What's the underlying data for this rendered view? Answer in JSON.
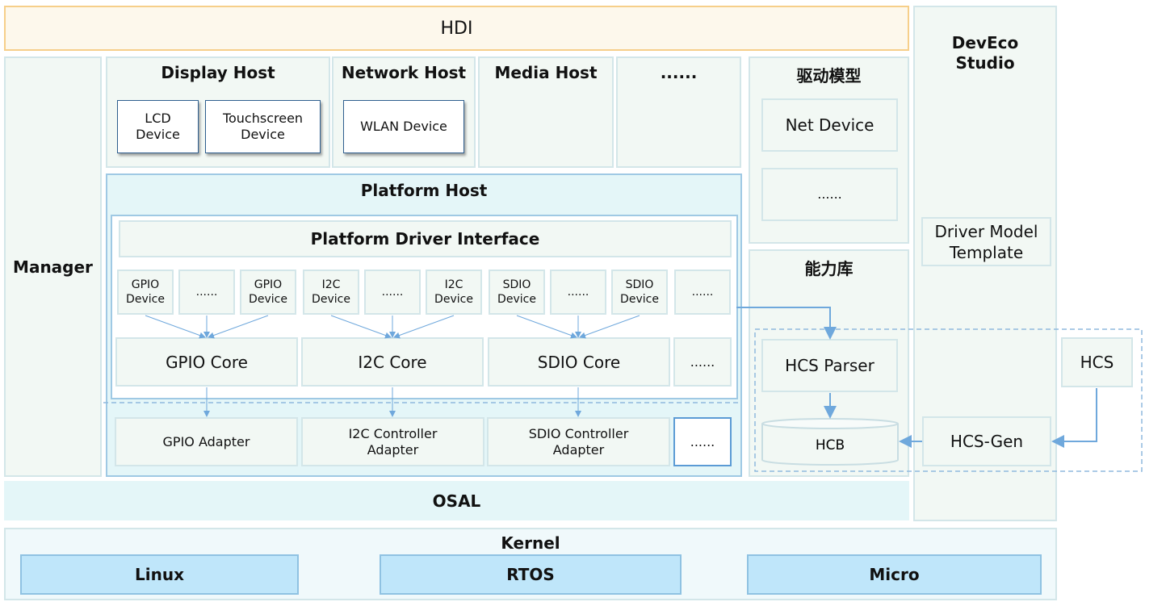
{
  "hdi": "HDI",
  "manager": "Manager",
  "display_host": {
    "title": "Display Host",
    "lcd": "LCD\nDevice",
    "touch": "Touchscreen\nDevice"
  },
  "network_host": {
    "title": "Network Host",
    "wlan": "WLAN Device"
  },
  "media_host": {
    "title": "Media Host"
  },
  "more_host": {
    "title": "......"
  },
  "driver_model": {
    "title": "驱动模型",
    "net_device": "Net Device",
    "more": "......"
  },
  "capability": {
    "title": "能力库",
    "hcs_parser": "HCS Parser",
    "hcb": "HCB"
  },
  "deveco": {
    "title": "DevEco\nStudio",
    "template": "Driver Model\nTemplate",
    "hcs": "HCS",
    "hcs_gen": "HCS-Gen"
  },
  "platform_host": {
    "title": "Platform Host",
    "interface": "Platform Driver Interface",
    "devices": [
      "GPIO\nDevice",
      "......",
      "GPIO\nDevice",
      "I2C\nDevice",
      "......",
      "I2C\nDevice",
      "SDIO\nDevice",
      "......",
      "SDIO\nDevice",
      "......"
    ],
    "cores": [
      "GPIO Core",
      "I2C Core",
      "SDIO Core",
      "......"
    ],
    "adapters": [
      "GPIO Adapter",
      "I2C Controller\nAdapter",
      "SDIO Controller\nAdapter",
      "......"
    ]
  },
  "osal": "OSAL",
  "kernel": {
    "title": "Kernel",
    "linux": "Linux",
    "rtos": "RTOS",
    "micro": "Micro"
  },
  "colors": {
    "panel": "#f2f8f4",
    "cyan": "#e4f6f8",
    "kernel_box": "#bfe6fa",
    "hdi": "#fdf8ec",
    "arrow": "#6fa8dc"
  }
}
